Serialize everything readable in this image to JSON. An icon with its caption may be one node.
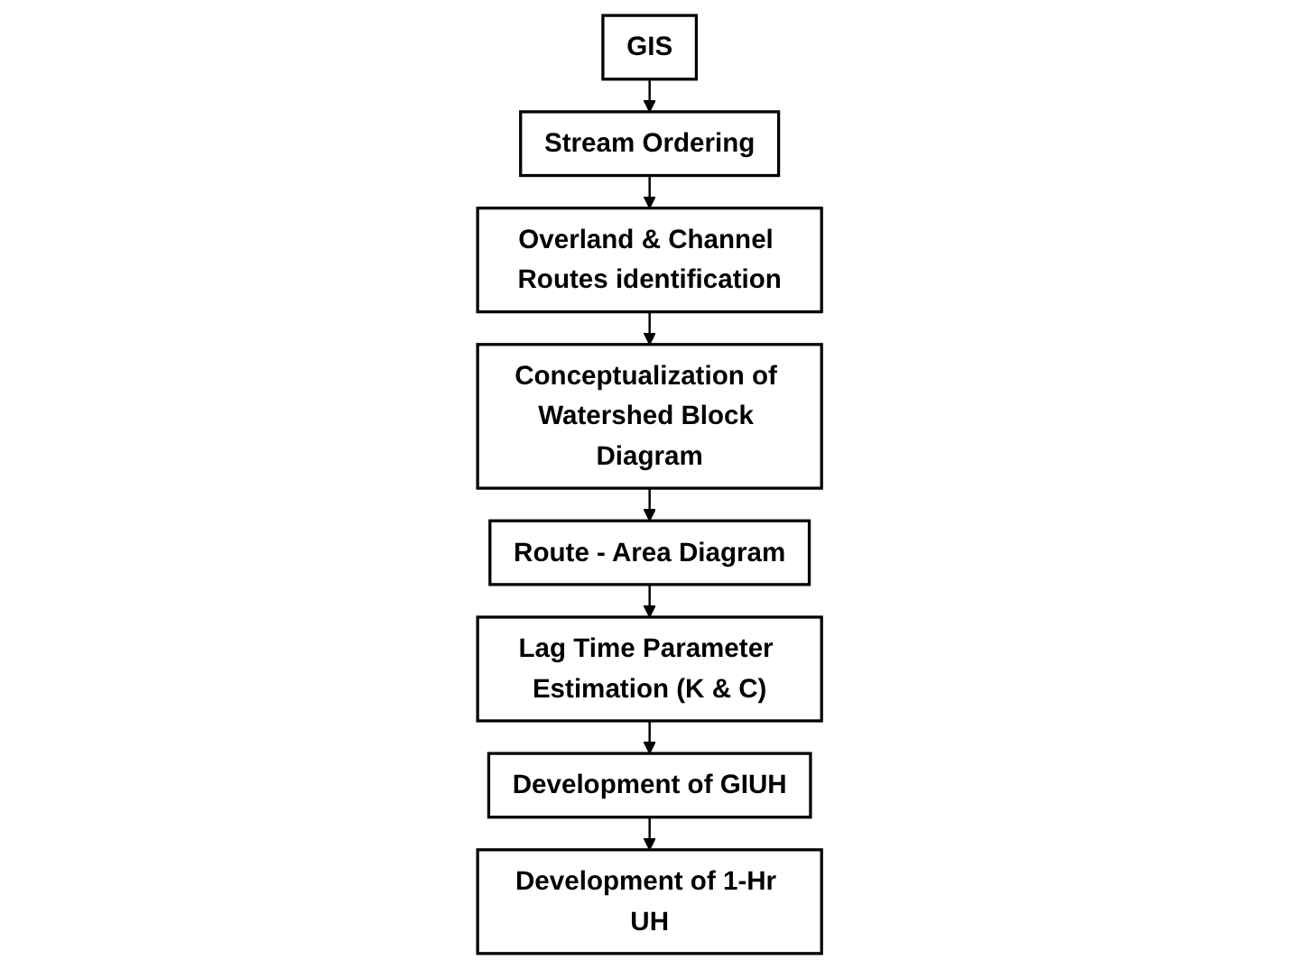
{
  "diagram": {
    "nodes": [
      {
        "text": [
          "GIS"
        ]
      },
      {
        "text": [
          "Stream Ordering"
        ]
      },
      {
        "text": [
          "Overland & Channel Routes identification"
        ]
      },
      {
        "text": [
          "Conceptualization of Watershed Block Diagram"
        ]
      },
      {
        "text": [
          "Route - Area Diagram"
        ]
      },
      {
        "text": [
          "Lag Time Parameter Estimation (K & C)"
        ]
      },
      {
        "text": [
          "Development of GIUH"
        ]
      },
      {
        "text": [
          "Development of 1-Hr UH"
        ]
      }
    ],
    "edges": [
      {
        "from": 0,
        "to": 1,
        "arrow": "to"
      },
      {
        "from": 1,
        "to": 2,
        "arrow": "to"
      },
      {
        "from": 2,
        "to": 3,
        "arrow": "to"
      },
      {
        "from": 3,
        "to": 4,
        "arrow": "to"
      },
      {
        "from": 4,
        "to": 5,
        "arrow": "to"
      },
      {
        "from": 5,
        "to": 6,
        "arrow": "to"
      },
      {
        "from": 6,
        "to": 7,
        "arrow": "to"
      }
    ]
  }
}
